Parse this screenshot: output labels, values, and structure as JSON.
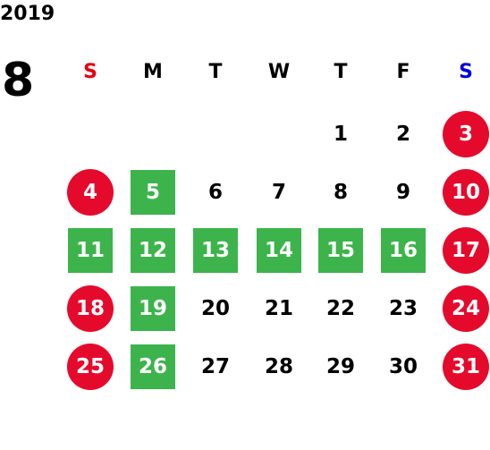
{
  "year": "2019",
  "month": "8",
  "weekdays": [
    {
      "label": "S",
      "color": "#e50012"
    },
    {
      "label": "M",
      "color": "#000000"
    },
    {
      "label": "T",
      "color": "#000000"
    },
    {
      "label": "W",
      "color": "#000000"
    },
    {
      "label": "T",
      "color": "#000000"
    },
    {
      "label": "F",
      "color": "#000000"
    },
    {
      "label": "S",
      "color": "#0000e0"
    }
  ],
  "colors": {
    "holiday_circle": "#e50a2c",
    "highlight_square": "#3cb44b"
  },
  "weeks": [
    [
      {
        "day": ""
      },
      {
        "day": ""
      },
      {
        "day": ""
      },
      {
        "day": ""
      },
      {
        "day": "1",
        "style": "normal"
      },
      {
        "day": "2",
        "style": "normal"
      },
      {
        "day": "3",
        "style": "red"
      }
    ],
    [
      {
        "day": "4",
        "style": "red"
      },
      {
        "day": "5",
        "style": "green"
      },
      {
        "day": "6",
        "style": "normal"
      },
      {
        "day": "7",
        "style": "normal"
      },
      {
        "day": "8",
        "style": "normal"
      },
      {
        "day": "9",
        "style": "normal"
      },
      {
        "day": "10",
        "style": "red"
      }
    ],
    [
      {
        "day": "11",
        "style": "green"
      },
      {
        "day": "12",
        "style": "green"
      },
      {
        "day": "13",
        "style": "green"
      },
      {
        "day": "14",
        "style": "green"
      },
      {
        "day": "15",
        "style": "green"
      },
      {
        "day": "16",
        "style": "green"
      },
      {
        "day": "17",
        "style": "red"
      }
    ],
    [
      {
        "day": "18",
        "style": "red"
      },
      {
        "day": "19",
        "style": "green"
      },
      {
        "day": "20",
        "style": "normal"
      },
      {
        "day": "21",
        "style": "normal"
      },
      {
        "day": "22",
        "style": "normal"
      },
      {
        "day": "23",
        "style": "normal"
      },
      {
        "day": "24",
        "style": "red"
      }
    ],
    [
      {
        "day": "25",
        "style": "red"
      },
      {
        "day": "26",
        "style": "green"
      },
      {
        "day": "27",
        "style": "normal"
      },
      {
        "day": "28",
        "style": "normal"
      },
      {
        "day": "29",
        "style": "normal"
      },
      {
        "day": "30",
        "style": "normal"
      },
      {
        "day": "31",
        "style": "red"
      }
    ]
  ]
}
